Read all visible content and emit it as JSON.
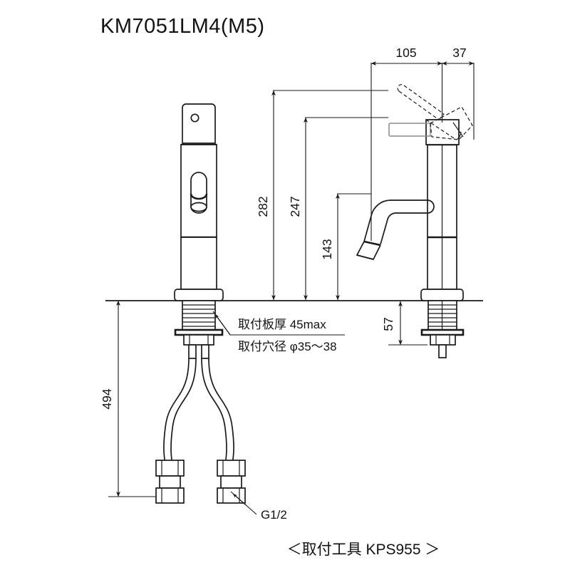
{
  "drawing": {
    "title": "KM7051LM4(M5)",
    "caption": "＜取付工具 KPS955 ＞",
    "product_type": "single-lever-basin-faucet",
    "projection": "front-and-side-elevation"
  },
  "dimensions": {
    "horizontal": [
      {
        "id": "dim-105",
        "label": "105",
        "unit": "mm",
        "orientation": "horizontal",
        "describes": "spout-reach-from-body-center"
      },
      {
        "id": "dim-37",
        "label": "37",
        "unit": "mm",
        "orientation": "horizontal",
        "describes": "body-rear-offset"
      }
    ],
    "vertical": [
      {
        "id": "dim-282",
        "label": "282",
        "unit": "mm",
        "orientation": "vertical",
        "describes": "overall-height-above-deck"
      },
      {
        "id": "dim-247",
        "label": "247",
        "unit": "mm",
        "orientation": "vertical",
        "describes": "handle-top-height"
      },
      {
        "id": "dim-143",
        "label": "143",
        "unit": "mm",
        "orientation": "vertical",
        "describes": "spout-outlet-height"
      },
      {
        "id": "dim-57",
        "label": "57",
        "unit": "mm",
        "orientation": "vertical",
        "describes": "shank-length-below-deck"
      },
      {
        "id": "dim-494",
        "label": "494",
        "unit": "mm",
        "orientation": "vertical",
        "describes": "total-length-with-hoses"
      }
    ]
  },
  "annotations": {
    "mounting_thickness": "取付板厚 45max",
    "mounting_hole_diameter": "取付穴径 φ35〜38",
    "thread_callout": "G1/2"
  },
  "colors": {
    "line": "#1a1a1a",
    "handle_grey": "#8a8a8a",
    "background": "#ffffff",
    "text": "#121212"
  }
}
